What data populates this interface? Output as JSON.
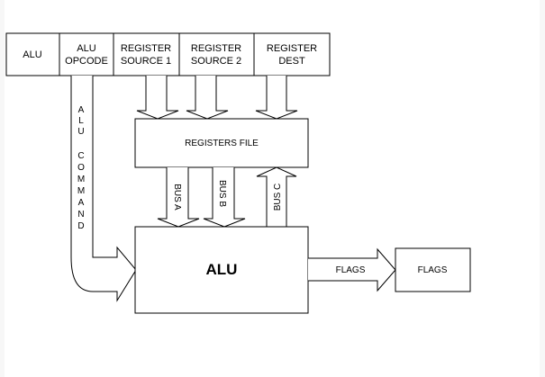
{
  "instruction_fields": [
    {
      "line1": "ALU",
      "line2": ""
    },
    {
      "line1": "ALU",
      "line2": "OPCODE"
    },
    {
      "line1": "REGISTER",
      "line2": "SOURCE 1"
    },
    {
      "line1": "REGISTER",
      "line2": "SOURCE 2"
    },
    {
      "line1": "REGISTER",
      "line2": "DEST"
    }
  ],
  "registers_file": "REGISTERS FILE",
  "alu": "ALU",
  "flags_box": "FLAGS",
  "flags_arrow": "FLAGS",
  "alu_command": [
    "A",
    "L",
    "U",
    "",
    "C",
    "O",
    "M",
    "M",
    "A",
    "N",
    "D"
  ],
  "bus_a": "BUS A",
  "bus_b": "BUS B",
  "bus_c": "BUS C",
  "colors": {
    "stroke": "#000000",
    "background": "#ffffff"
  }
}
